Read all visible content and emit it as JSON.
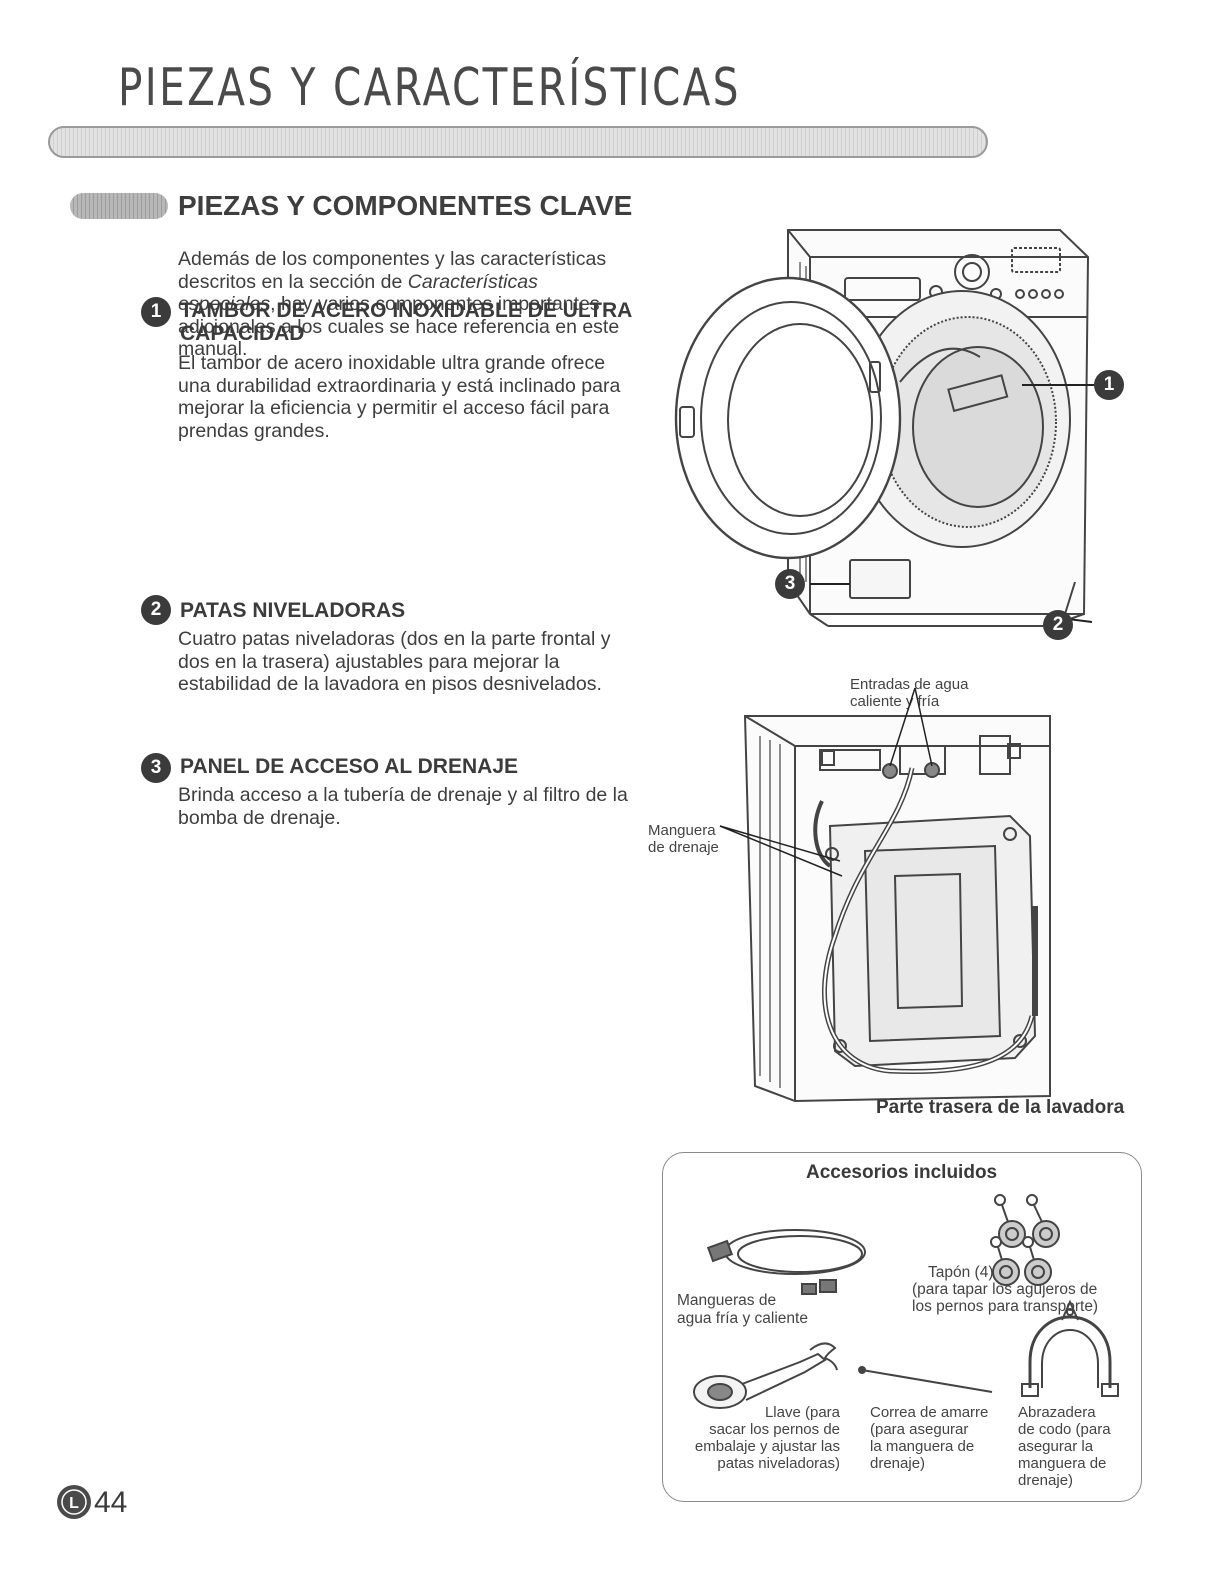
{
  "header": {
    "title": "PIEZAS Y CARACTERÍSTICAS"
  },
  "section": {
    "title": "PIEZAS Y COMPONENTES CLAVE"
  },
  "intro": {
    "text_before": "Además de los componentes y las características descritos en la sección de ",
    "text_italic": "Características especiales",
    "text_after": ", hay varios componentes importantes adicionales a los cuales se hace referencia en este manual."
  },
  "features": [
    {
      "number": "1",
      "title": "TAMBOR DE ACERO INOXIDABLE DE ULTRA CAPACIDAD",
      "text": "El tambor de acero inoxidable ultra grande ofrece una durabilidad extraordinaria y está inclinado para mejorar la eficiencia y permitir el acceso fácil para prendas grandes."
    },
    {
      "number": "2",
      "title": "PATAS NIVELADORAS",
      "text": "Cuatro patas niveladoras (dos en la parte frontal y dos en la trasera) ajustables para mejorar la estabilidad de la lavadora en pisos desnivelados."
    },
    {
      "number": "3",
      "title": "PANEL DE ACCESO AL DRENAJE",
      "text": "Brinda acceso a la tubería de drenaje y al filtro de la bomba de drenaje."
    }
  ],
  "front_figure": {
    "callouts": [
      "1",
      "2",
      "3"
    ]
  },
  "rear_figure": {
    "inlets_label_line1": "Entradas de agua",
    "inlets_label_line2": "caliente y fría",
    "drain_hose_label_line1": "Manguera",
    "drain_hose_label_line2": "de drenaje",
    "caption": "Parte trasera de la lavadora"
  },
  "accessories": {
    "title": "Accesorios incluidos",
    "hoses_line1": "Mangueras de",
    "hoses_line2": "agua fría y caliente",
    "caps_line1": "Tapón (4)",
    "caps_line2": "(para tapar los agujeros de",
    "caps_line3": "los pernos para transporte)",
    "wrench_line1": "Llave (para",
    "wrench_line2": "sacar los pernos de",
    "wrench_line3": "embalaje y ajustar las",
    "wrench_line4": "patas niveladoras)",
    "strap_line1": "Correa de amarre",
    "strap_line2": "(para asegurar",
    "strap_line3": "la manguera de",
    "strap_line4": "drenaje)",
    "elbow_line1": "Abrazadera",
    "elbow_line2": "de codo (para",
    "elbow_line3": "asegurar la",
    "elbow_line4": "manguera de",
    "elbow_line5": "drenaje)"
  },
  "footer": {
    "page_number": "44",
    "logo_text": "L"
  }
}
